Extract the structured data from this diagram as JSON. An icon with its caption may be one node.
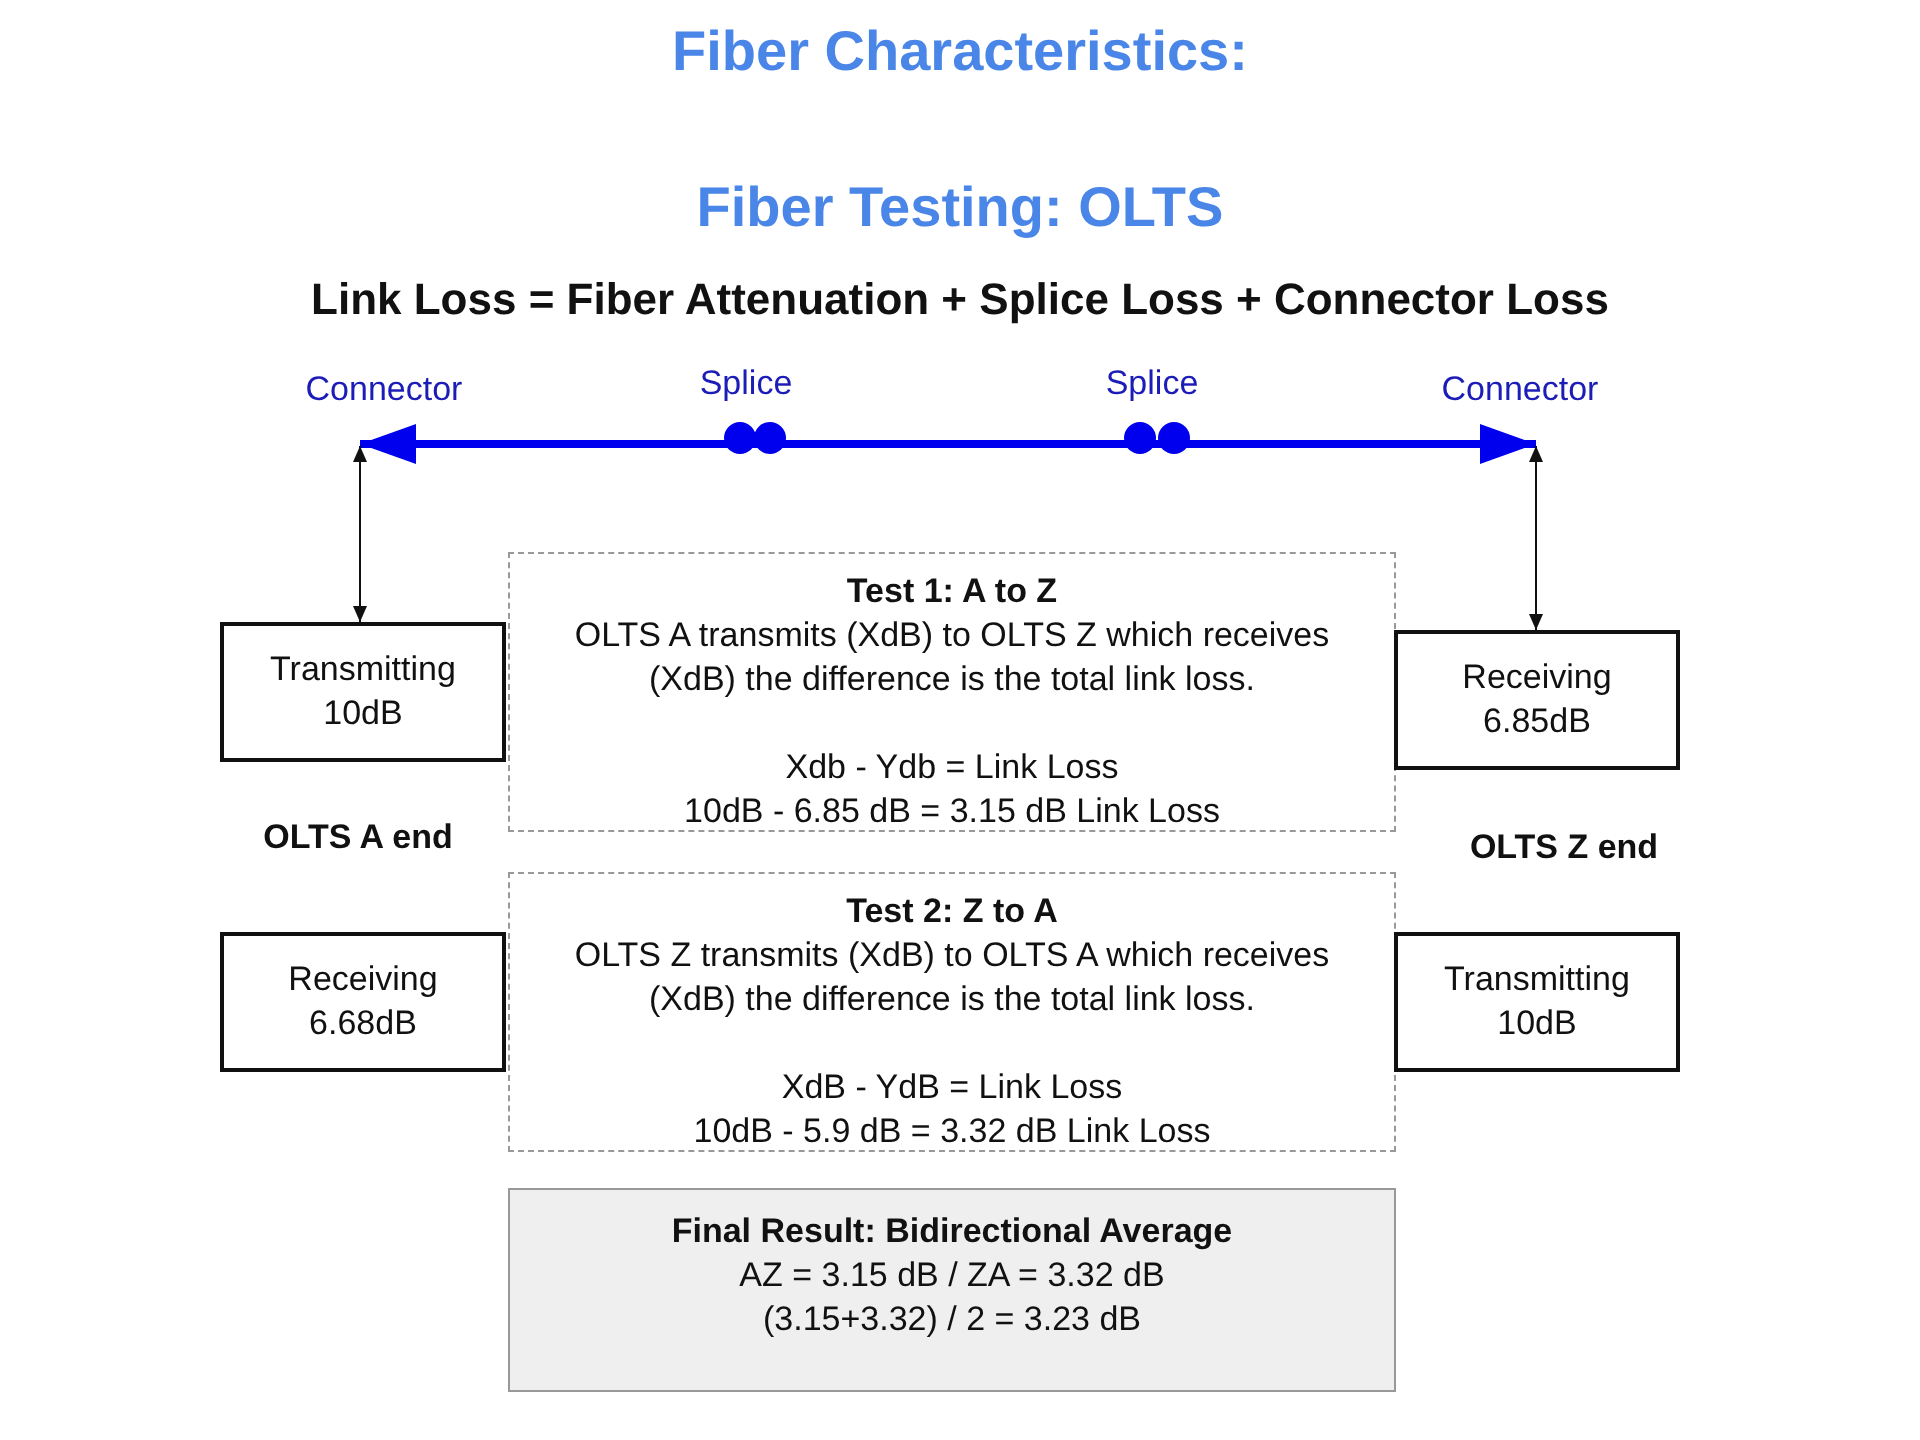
{
  "diagram": {
    "title": "Fiber Characteristics:",
    "nodes": [
      {
        "text": [
          "Connector"
        ]
      },
      {
        "text": [
          "Connector"
        ]
      },
      {
        "text": [
          "Transmitting 10dB"
        ]
      },
      {
        "text": [
          "Test 1: A to Z",
          "OLTS A transmits (XdB) to OLTS Z which receives (XdB) the difference is the total link loss.",
          "Xdb - Ydb = Link Loss",
          "10dB - 6.85 dB = 3.15 dB Link Loss"
        ]
      },
      {
        "text": [
          "Receiving 6.85dB"
        ]
      },
      {
        "text": [
          "Receiving 6.68dB"
        ]
      },
      {
        "text": [
          "Test 2: Z to A",
          "OLTS Z transmits (XdB) to OLTS A which receives (XdB) the difference is the total link loss.",
          "XdB - YdB = Link Loss",
          "10dB - 5.9 dB = 3.32 dB Link Loss"
        ]
      },
      {
        "text": [
          "Transmitting 10dB"
        ]
      },
      {
        "text": [
          "Final Result: Bidirectional Average",
          "AZ = 3.15 dB / ZA = 3.32 dB",
          "(3.15+3.32) / 2 = 3.23 dB"
        ]
      }
    ],
    "edges": [
      {
        "from": 0,
        "to": 1,
        "arrow": "both",
        "style": "thick",
        "color": "#0000ee"
      },
      {
        "from": 0,
        "to": 2,
        "arrow": "both"
      },
      {
        "from": 1,
        "to": 4,
        "arrow": "both"
      }
    ],
    "labels": [
      "Fiber Testing: OLTS",
      "Link Loss = Fiber Attenuation + Splice Loss + Connector Loss",
      "Splice",
      "Splice",
      "OLTS A end",
      "OLTS Z end"
    ]
  }
}
